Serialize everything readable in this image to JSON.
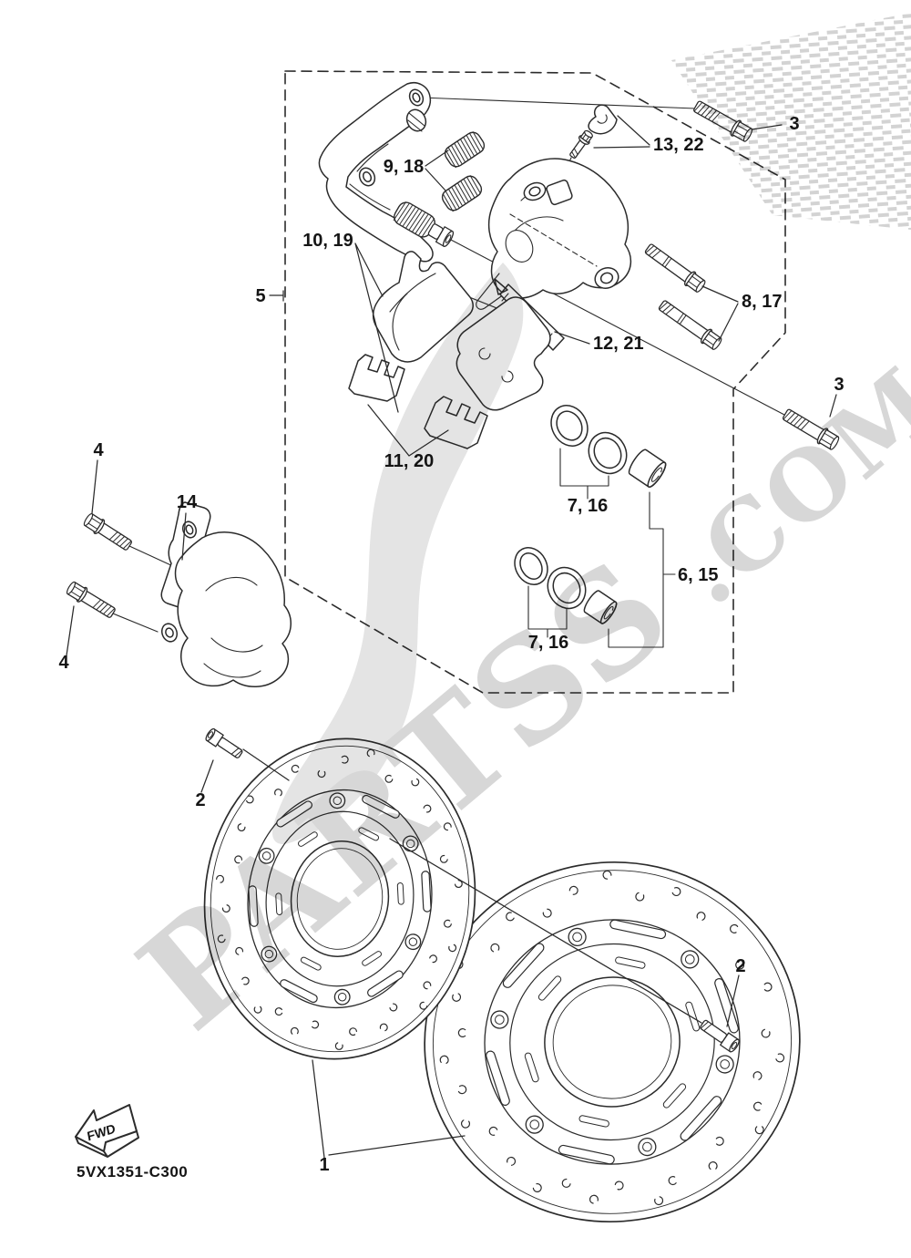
{
  "canvas": {
    "background": "#ffffff",
    "line_color": "#2b2b2b"
  },
  "watermark": {
    "word": "PARTSS",
    "suffix": ".COM",
    "color": "#d7d7d7"
  },
  "diagram": {
    "code": "5VX1351-C300",
    "fwd_label": "FWD",
    "callouts": {
      "c1": "1",
      "c2_left": "2",
      "c2_right": "2",
      "c3_top": "3",
      "c3_right": "3",
      "c4_top": "4",
      "c4_bottom": "4",
      "c5": "5",
      "c6_15": "6, 15",
      "c7_16_upper": "7, 16",
      "c7_16_lower": "7, 16",
      "c8_17": "8, 17",
      "c9_18": "9, 18",
      "c10_19": "10, 19",
      "c11_20": "11, 20",
      "c12_21": "12, 21",
      "c13_22": "13, 22",
      "c14": "14"
    }
  }
}
